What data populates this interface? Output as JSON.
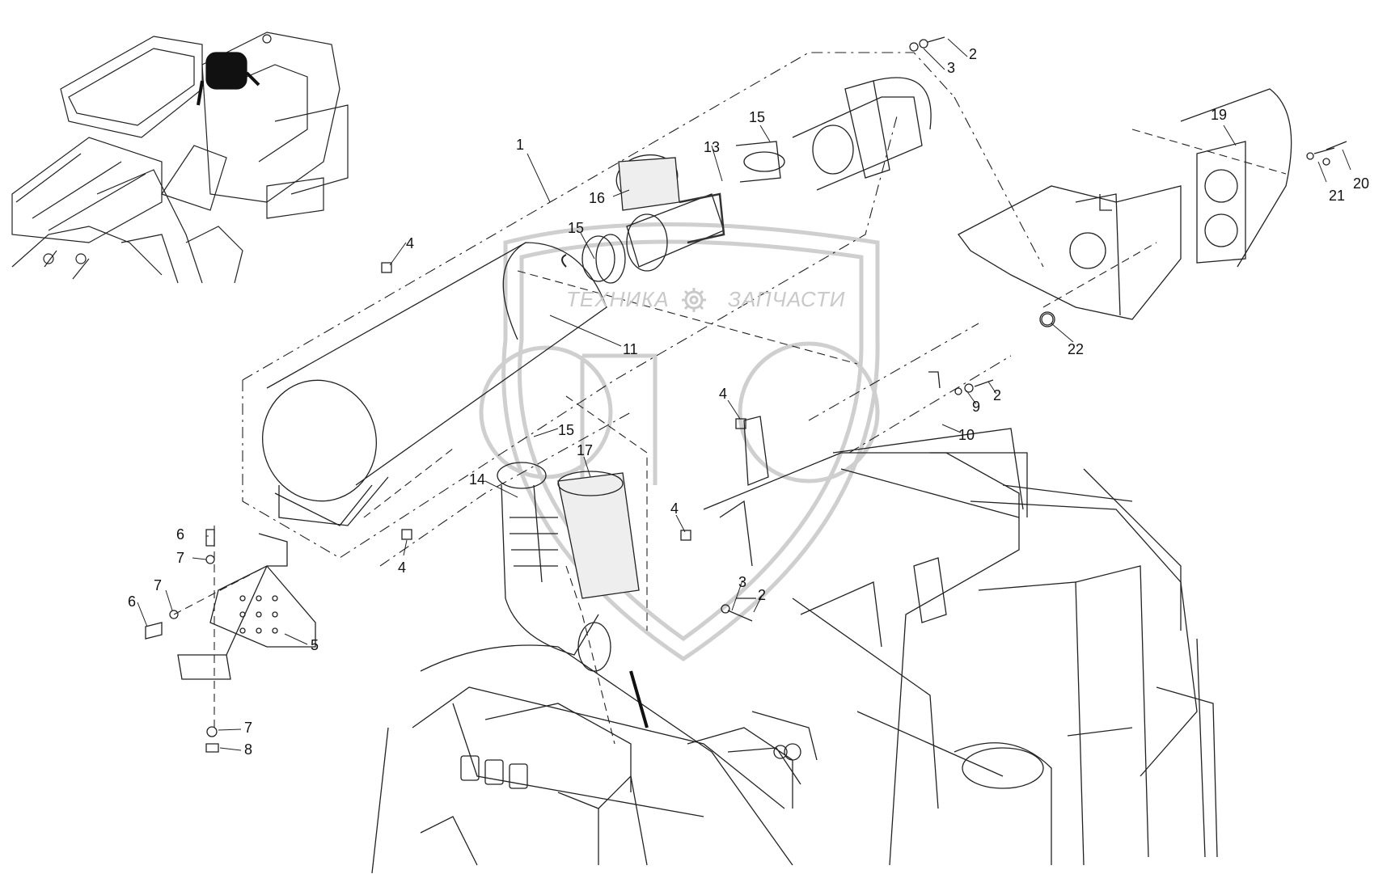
{
  "watermark": {
    "left_text": "ТЕХНИКА",
    "right_text": "ЗАПЧАСТИ",
    "icon": "gear-icon",
    "logo_letters": "ЭПФ"
  },
  "callouts": {
    "c1": "1",
    "c2a": "2",
    "c3a": "3",
    "c15a": "15",
    "c13": "13",
    "c16": "16",
    "c19": "19",
    "c21": "21",
    "c20": "20",
    "c15b": "15",
    "c4a": "4",
    "c11": "11",
    "c22": "22",
    "c4b": "4",
    "c9": "9",
    "c2b": "2",
    "c10": "10",
    "c15c": "15",
    "c17": "17",
    "c14": "14",
    "c6a": "6",
    "c7a": "7",
    "c4c": "4",
    "c4d": "4",
    "c7b": "7",
    "c6b": "6",
    "c3b": "3",
    "c2c": "2",
    "c5": "5",
    "c7c": "7",
    "c8": "8"
  }
}
